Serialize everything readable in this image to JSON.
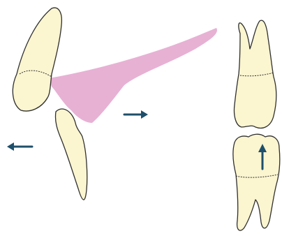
{
  "diagram": {
    "colors": {
      "tooth_fill": "#fbf5d0",
      "tooth_stroke": "#2f2f2f",
      "tissue_fill": "#e4a8cf",
      "arrow": "#1e4f6a",
      "background": "#ffffff"
    },
    "elements": [
      "left-upper-tooth",
      "left-lower-tooth",
      "pink-tissue-wedge",
      "right-upper-molar",
      "right-lower-molar"
    ],
    "arrows": [
      {
        "name": "arrow-left-icon",
        "direction": "left"
      },
      {
        "name": "arrow-right-icon",
        "direction": "right"
      },
      {
        "name": "arrow-up-icon",
        "direction": "up"
      }
    ]
  }
}
